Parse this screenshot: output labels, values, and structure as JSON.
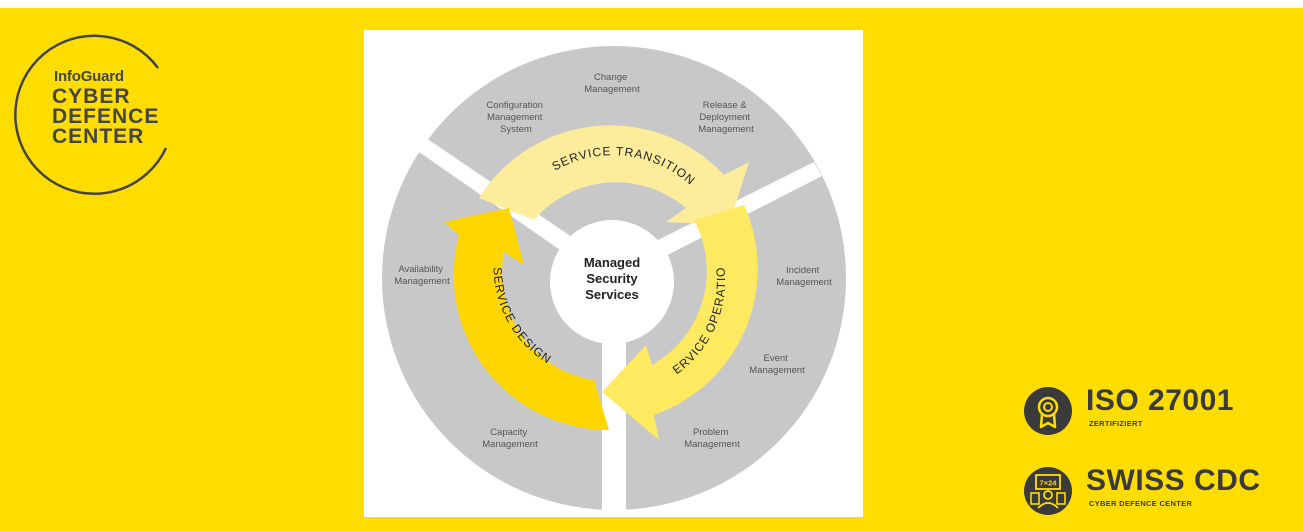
{
  "logo": {
    "brand": "InfoGuard",
    "line1": "CYBER",
    "line2": "DEFENCE",
    "line3": "CENTER"
  },
  "diagram": {
    "center": [
      "Managed",
      "Security",
      "Services"
    ],
    "arrows": {
      "transition": "SERVICE TRANSITION",
      "design": "SERVICE DESIGN",
      "operation": "SERVICE OPERATION"
    },
    "labels": {
      "change": [
        "Change",
        "Management"
      ],
      "config": [
        "Configuration",
        "Management",
        "System"
      ],
      "release": [
        "Release &",
        "Deployment",
        "Management"
      ],
      "availability": [
        "Availability",
        "Management"
      ],
      "capacity": [
        "Capacity",
        "Management"
      ],
      "incident": [
        "Incident",
        "Management"
      ],
      "event": [
        "Event",
        "Management"
      ],
      "problem": [
        "Problem",
        "Management"
      ]
    },
    "colors": {
      "ring": "#c8c8c8",
      "transition": "#fdec9c",
      "design": "#ffd600",
      "operation": "#ffe960"
    }
  },
  "badges": {
    "iso": {
      "title": "ISO 27001",
      "sub": "ZERTIFIZIERT",
      "icon": "award-ribbon-icon"
    },
    "swiss": {
      "title": "SWISS CDC",
      "sub": "CYBER DEFENCE CENTER",
      "icon": "24-7-support-agent-icon",
      "icon_text": "7×24"
    }
  }
}
